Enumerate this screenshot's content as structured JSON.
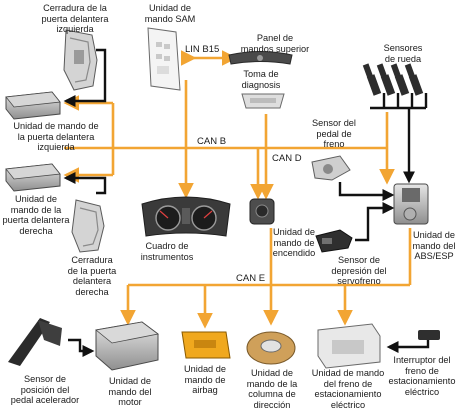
{
  "colors": {
    "bus": "#f2a533",
    "control": "#111111",
    "component": "#bfbfbf"
  },
  "buses": {
    "can_b": "CAN B",
    "can_d": "CAN D",
    "can_e": "CAN E",
    "lin": "LIN B15"
  },
  "labels": {
    "door_lock_fl": [
      "Cerradura de la",
      "puerta delantera",
      "izquierda"
    ],
    "sam": [
      "Unidad de",
      "mando SAM"
    ],
    "upper_panel": [
      "Panel de",
      "mandos superior"
    ],
    "diag": [
      "Toma de",
      "diagnosis"
    ],
    "wheel_sensors": [
      "Sensores",
      "de rueda"
    ],
    "door_ecu_fl": [
      "Unidad de mando de",
      "la puerta delantera",
      "izquierda"
    ],
    "brake_sensor": [
      "Sensor del",
      "pedal de",
      "freno"
    ],
    "door_ecu_fr": [
      "Unidad de",
      "mando de la",
      "puerta delantera",
      "derecha"
    ],
    "door_lock_fr": [
      "Cerradura",
      "de la puerta",
      "delantera",
      "derecha"
    ],
    "cluster": [
      "Cuadro de",
      "instrumentos"
    ],
    "ignition": [
      "Unidad de",
      "mando de",
      "encendido"
    ],
    "vacuum_sensor": [
      "Sensor de",
      "depresión del",
      "servofreno"
    ],
    "abs": [
      "Unidad de",
      "mando del",
      "ABS/ESP"
    ],
    "accel_sensor": [
      "Sensor de",
      "posición del",
      "pedal acelerador"
    ],
    "engine": [
      "Unidad de",
      "mando del",
      "motor"
    ],
    "airbag": [
      "Unidad de",
      "mando de",
      "airbag"
    ],
    "steering": [
      "Unidad de",
      "mando de la",
      "columna de",
      "dirección"
    ],
    "park_brake": [
      "Unidad de mando",
      "del freno de",
      "estacionamiento",
      "eléctrico"
    ],
    "park_switch": [
      "Interruptor del",
      "freno de",
      "estacionamiento",
      "eléctrico"
    ]
  }
}
